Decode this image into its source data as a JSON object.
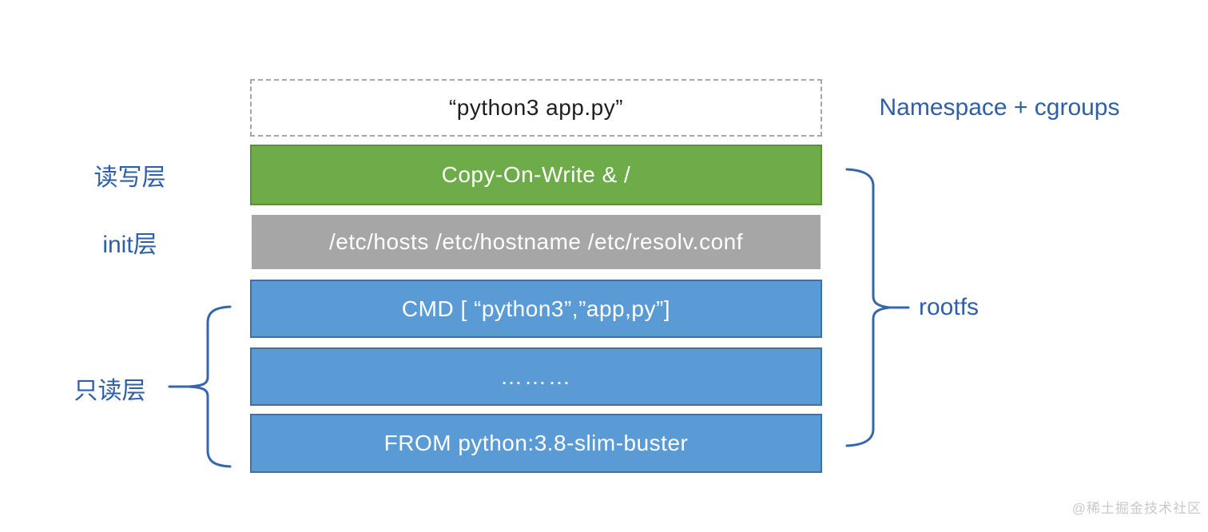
{
  "diagram": {
    "title_box": {
      "text": "“python3 app.py”"
    },
    "namespace_label": "Namespace + cgroups",
    "layers": [
      {
        "id": "copy-on-write",
        "type": "green",
        "text": "Copy-On-Write & /"
      },
      {
        "id": "init-files",
        "type": "gray",
        "text": "/etc/hosts /etc/hostname /etc/resolv.conf"
      },
      {
        "id": "cmd",
        "type": "blue",
        "text": "CMD [ “python3”,”app,py”]"
      },
      {
        "id": "dots",
        "type": "blue",
        "text": "………"
      },
      {
        "id": "from",
        "type": "blue",
        "text": "FROM python:3.8-slim-buster"
      }
    ],
    "left_labels": [
      {
        "id": "read-write-layer",
        "text": "读写层"
      },
      {
        "id": "init-layer",
        "text": "init层"
      },
      {
        "id": "read-only-layer",
        "text": "只读层"
      }
    ],
    "rootfs_label": "rootfs",
    "watermark": "@稀土掘金技术社区",
    "colors": {
      "green": "#6EAB49",
      "green_border": "#5a8f3b",
      "gray": "#A6A6A6",
      "blue": "#5B9BD5",
      "blue_border": "#41719C",
      "label_blue": "#2E5FA7",
      "brace_blue": "#3566AD"
    }
  }
}
